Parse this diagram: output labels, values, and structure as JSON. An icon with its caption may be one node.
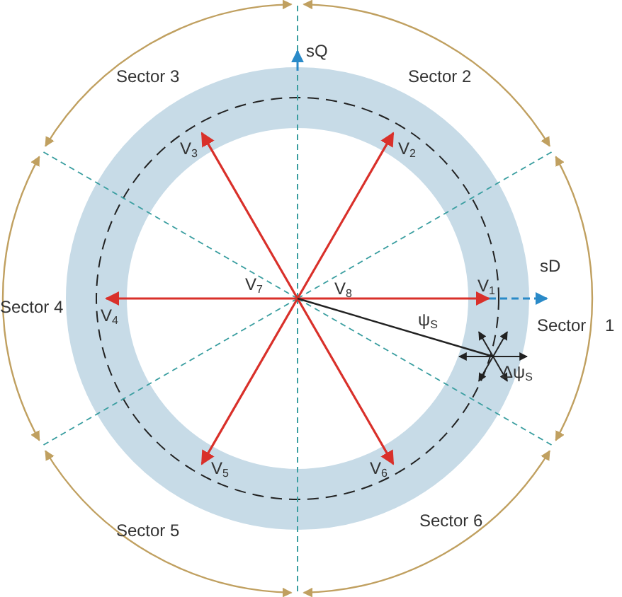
{
  "diagram": {
    "labels": [
      "sQ",
      "Sector 3",
      "Sector 2",
      "V$_{3}$",
      "V$_{2}$",
      "sD",
      "V$_{7}$",
      "V$_{8}$",
      "V$_{1}$",
      "Sector 4",
      "V$_{4}$",
      "ψ$_{S}$",
      "Sector 1",
      "Δψ$_{S}$",
      "V$_{5}$",
      "V$_{6}$",
      "Sector 5",
      "Sector 6"
    ]
  }
}
